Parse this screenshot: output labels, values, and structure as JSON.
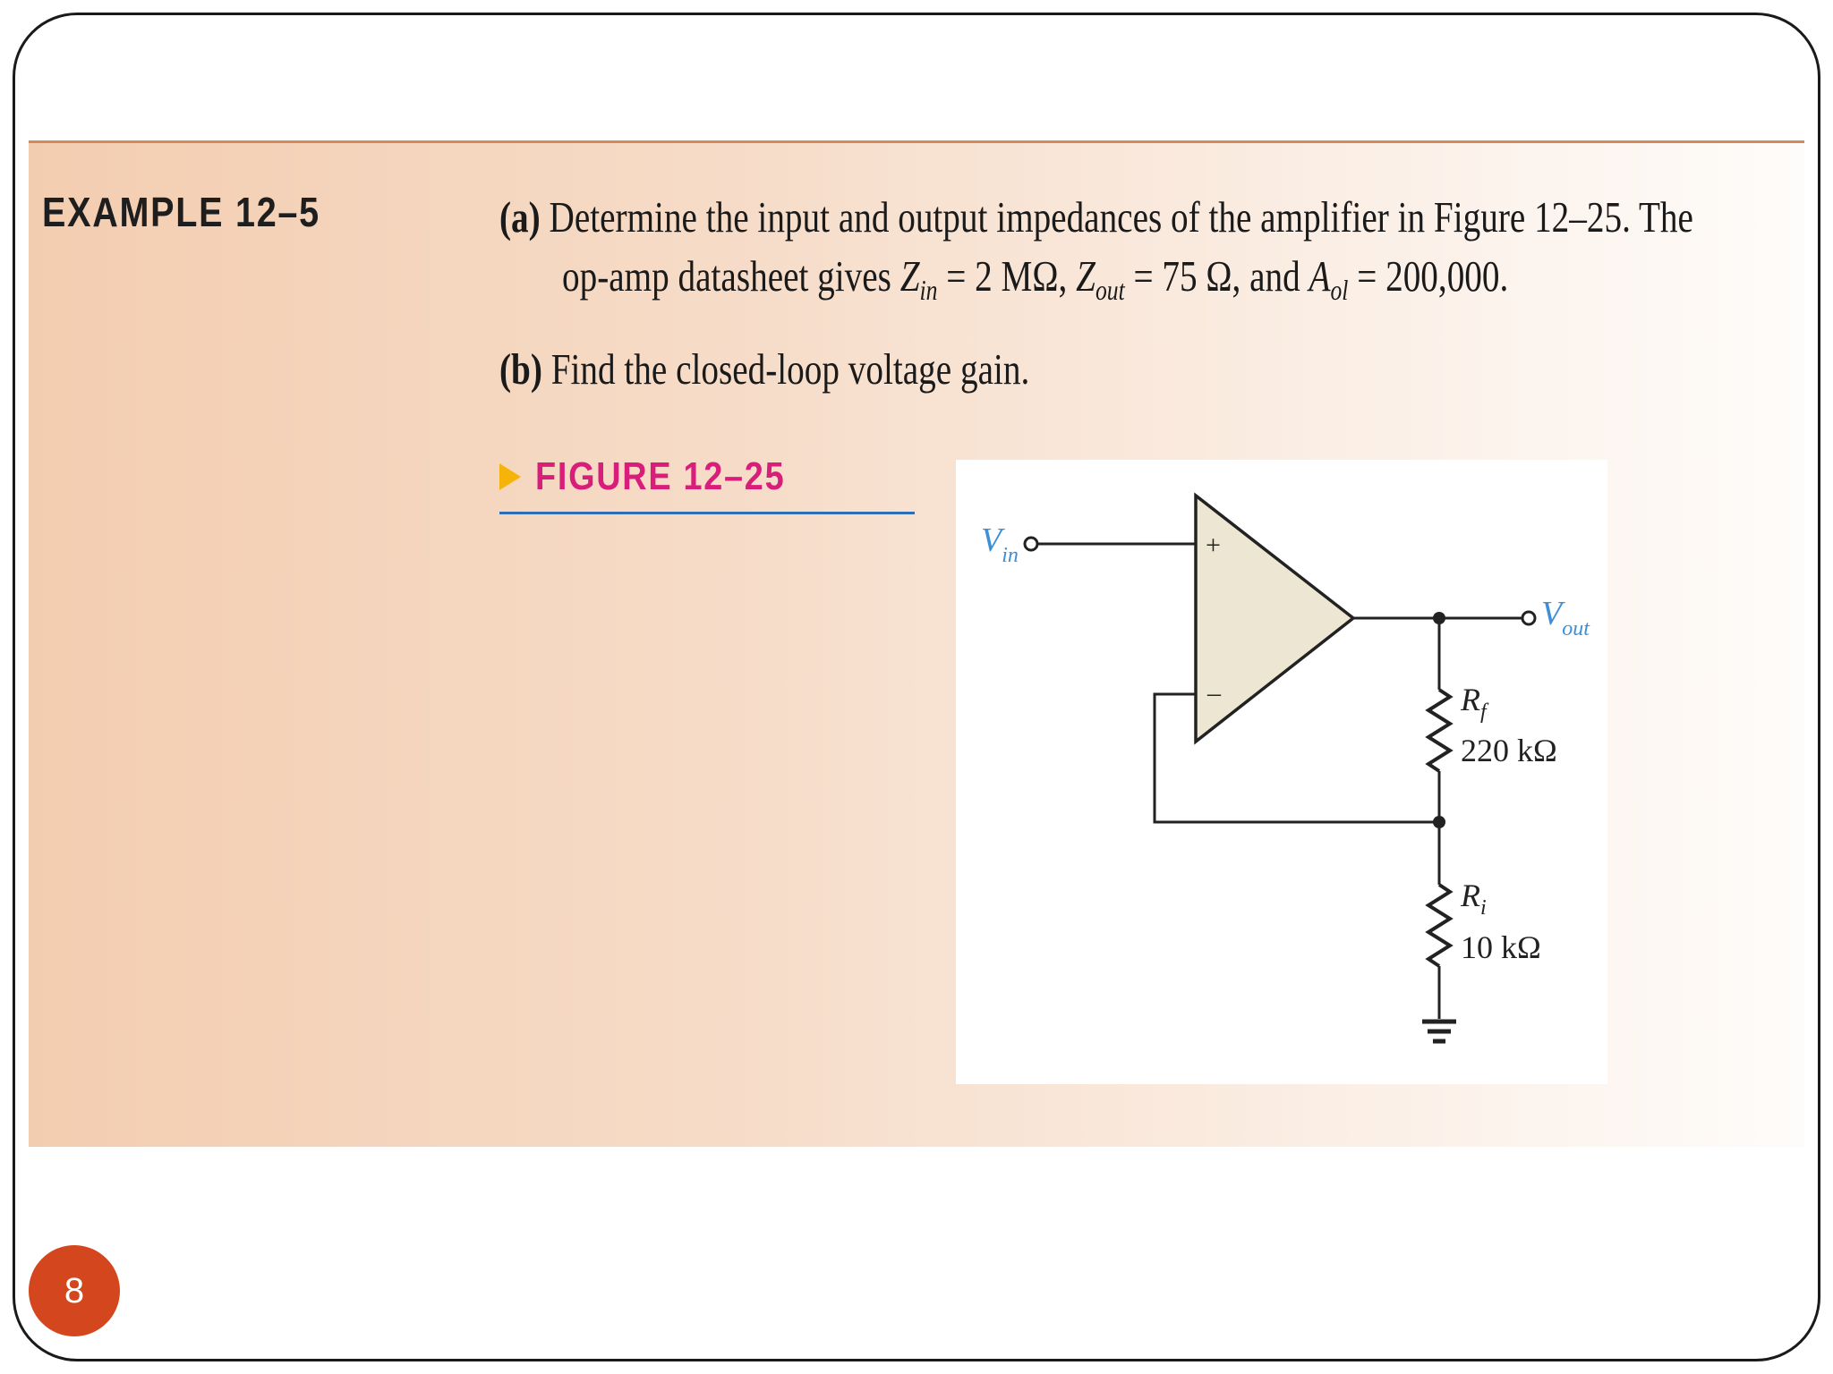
{
  "example": {
    "label": "EXAMPLE 12–5"
  },
  "question_a": {
    "tag": "(a)",
    "line1": "Determine the input and output impedances of the amplifier in Figure 12–25. The",
    "line2_prefix": "op-amp datasheet gives ",
    "zin_symbol": "Z",
    "zin_sub": "in",
    "zin_value": " = 2 MΩ, ",
    "zout_symbol": "Z",
    "zout_sub": "out",
    "zout_value": " = 75 Ω, and ",
    "aol_symbol": "A",
    "aol_sub": "ol",
    "aol_value": " = 200,000."
  },
  "question_b": {
    "tag": "(b)",
    "text": "Find the closed-loop voltage gain."
  },
  "figure": {
    "caption": "FIGURE 12–25",
    "vin": {
      "symbol": "V",
      "sub": "in"
    },
    "vout": {
      "symbol": "V",
      "sub": "out"
    },
    "plus_sign": "+",
    "minus_sign": "–",
    "rf": {
      "symbol": "R",
      "sub": "f",
      "value": "220 kΩ"
    },
    "ri": {
      "symbol": "R",
      "sub": "i",
      "value": "10 kΩ"
    }
  },
  "page_number": "8",
  "colors": {
    "accent_rule": "#d4895a",
    "caption_pink": "#d81e7a",
    "caption_arrow": "#f6b40a",
    "caption_rule": "#2f6db5",
    "label_blue": "#3d8fd8",
    "opamp_fill": "#ece6d2",
    "badge": "#d4461d"
  }
}
